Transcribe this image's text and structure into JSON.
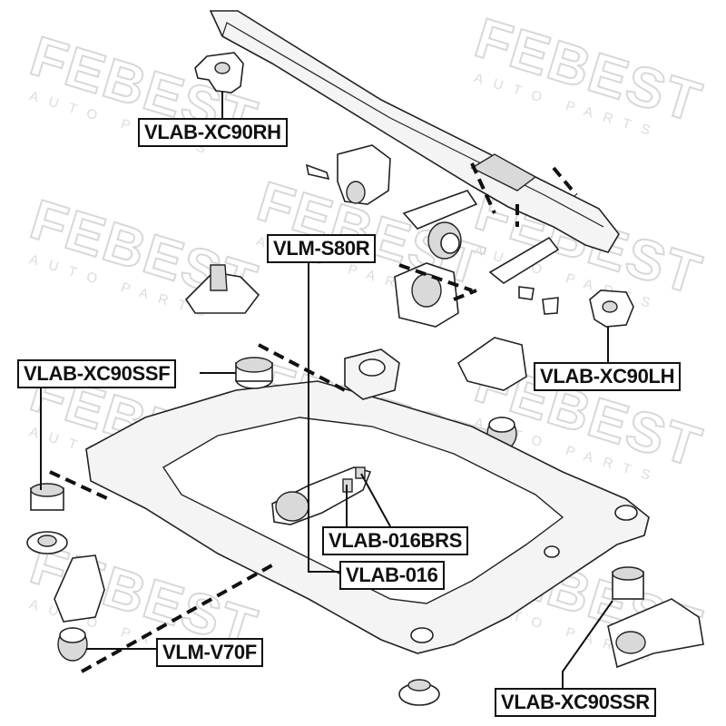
{
  "watermark": {
    "brand": "FEBEST",
    "tagline": "AUTO PARTS"
  },
  "labels": {
    "xc90rh": "VLAB-XC90RH",
    "s80r": "VLM-S80R",
    "xc90lh": "VLAB-XC90LH",
    "xc90ssf": "VLAB-XC90SSF",
    "brs016": "VLAB-016BRS",
    "p016": "VLAB-016",
    "v70f": "VLM-V70F",
    "xc90ssr": "VLAB-XC90SSR"
  }
}
